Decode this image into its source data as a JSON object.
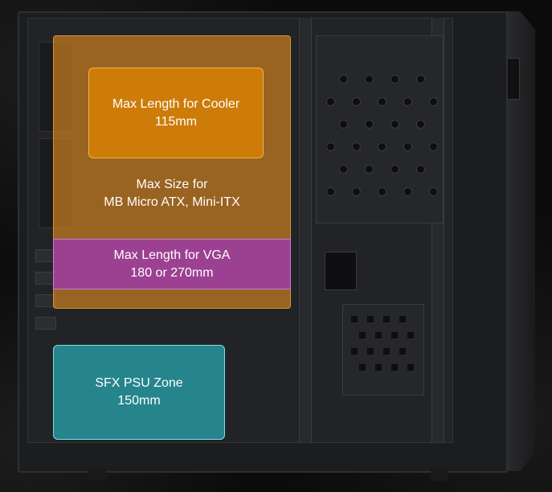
{
  "zones": {
    "motherboard": {
      "line1": "Max Size for",
      "line2": "MB Micro ATX, Mini-ITX"
    },
    "cooler": {
      "line1": "Max Length for Cooler",
      "line2": "115mm"
    },
    "vga": {
      "line1": "Max Length for VGA",
      "line2": "180 or 270mm"
    },
    "psu": {
      "line1": "SFX PSU Zone",
      "line2": "150mm"
    }
  },
  "colors": {
    "motherboard": "#c77d21",
    "cooler": "#d17e08",
    "vga": "#9c3ca0",
    "psu": "#28a0aa"
  }
}
